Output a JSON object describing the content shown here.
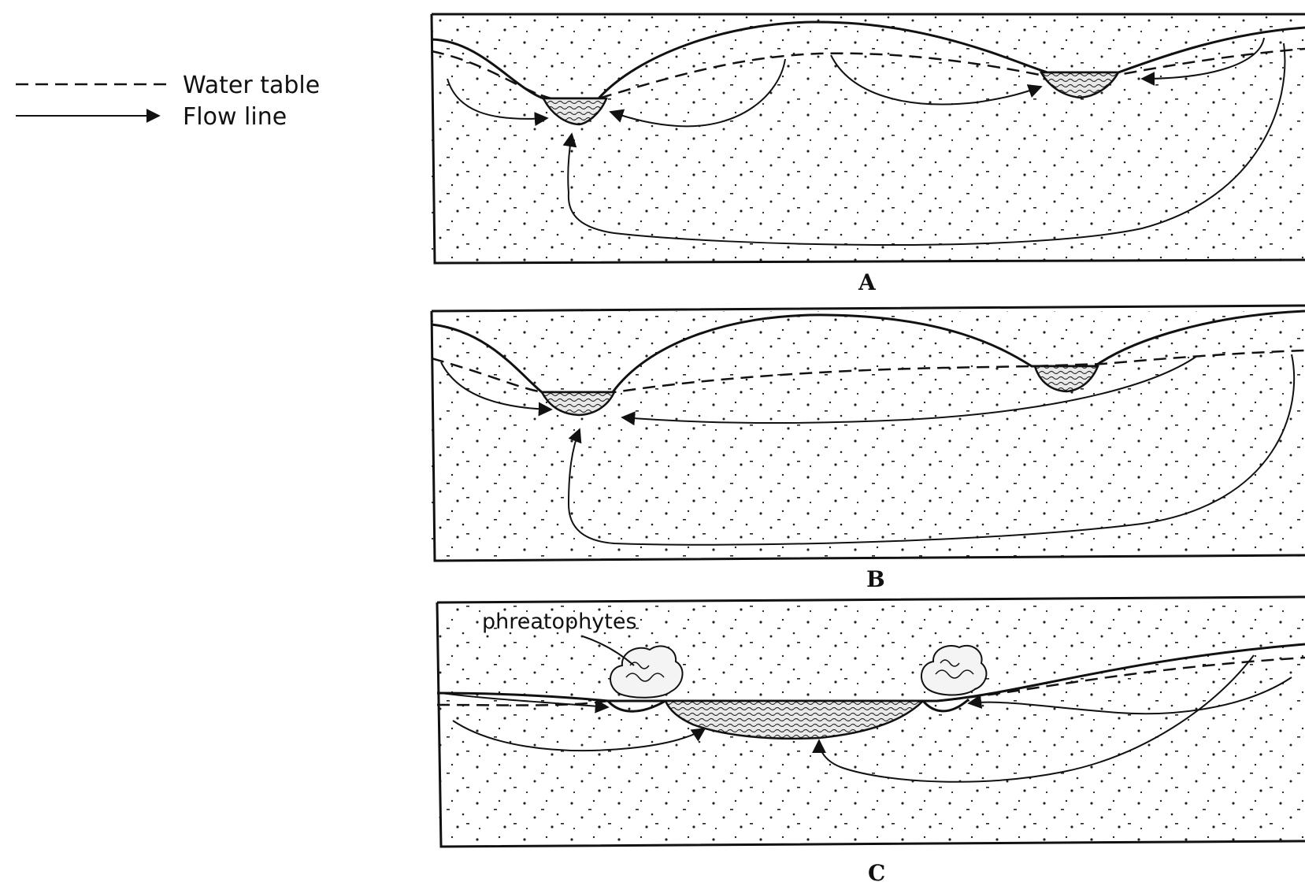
{
  "legend": {
    "water_table": "Water table",
    "flow_line": "Flow line"
  },
  "panels": [
    {
      "letter": "A"
    },
    {
      "letter": "B"
    },
    {
      "letter": "C",
      "callout": "phreatophytes"
    }
  ],
  "colors": {
    "ink": "#111111",
    "background": "#ffffff"
  }
}
